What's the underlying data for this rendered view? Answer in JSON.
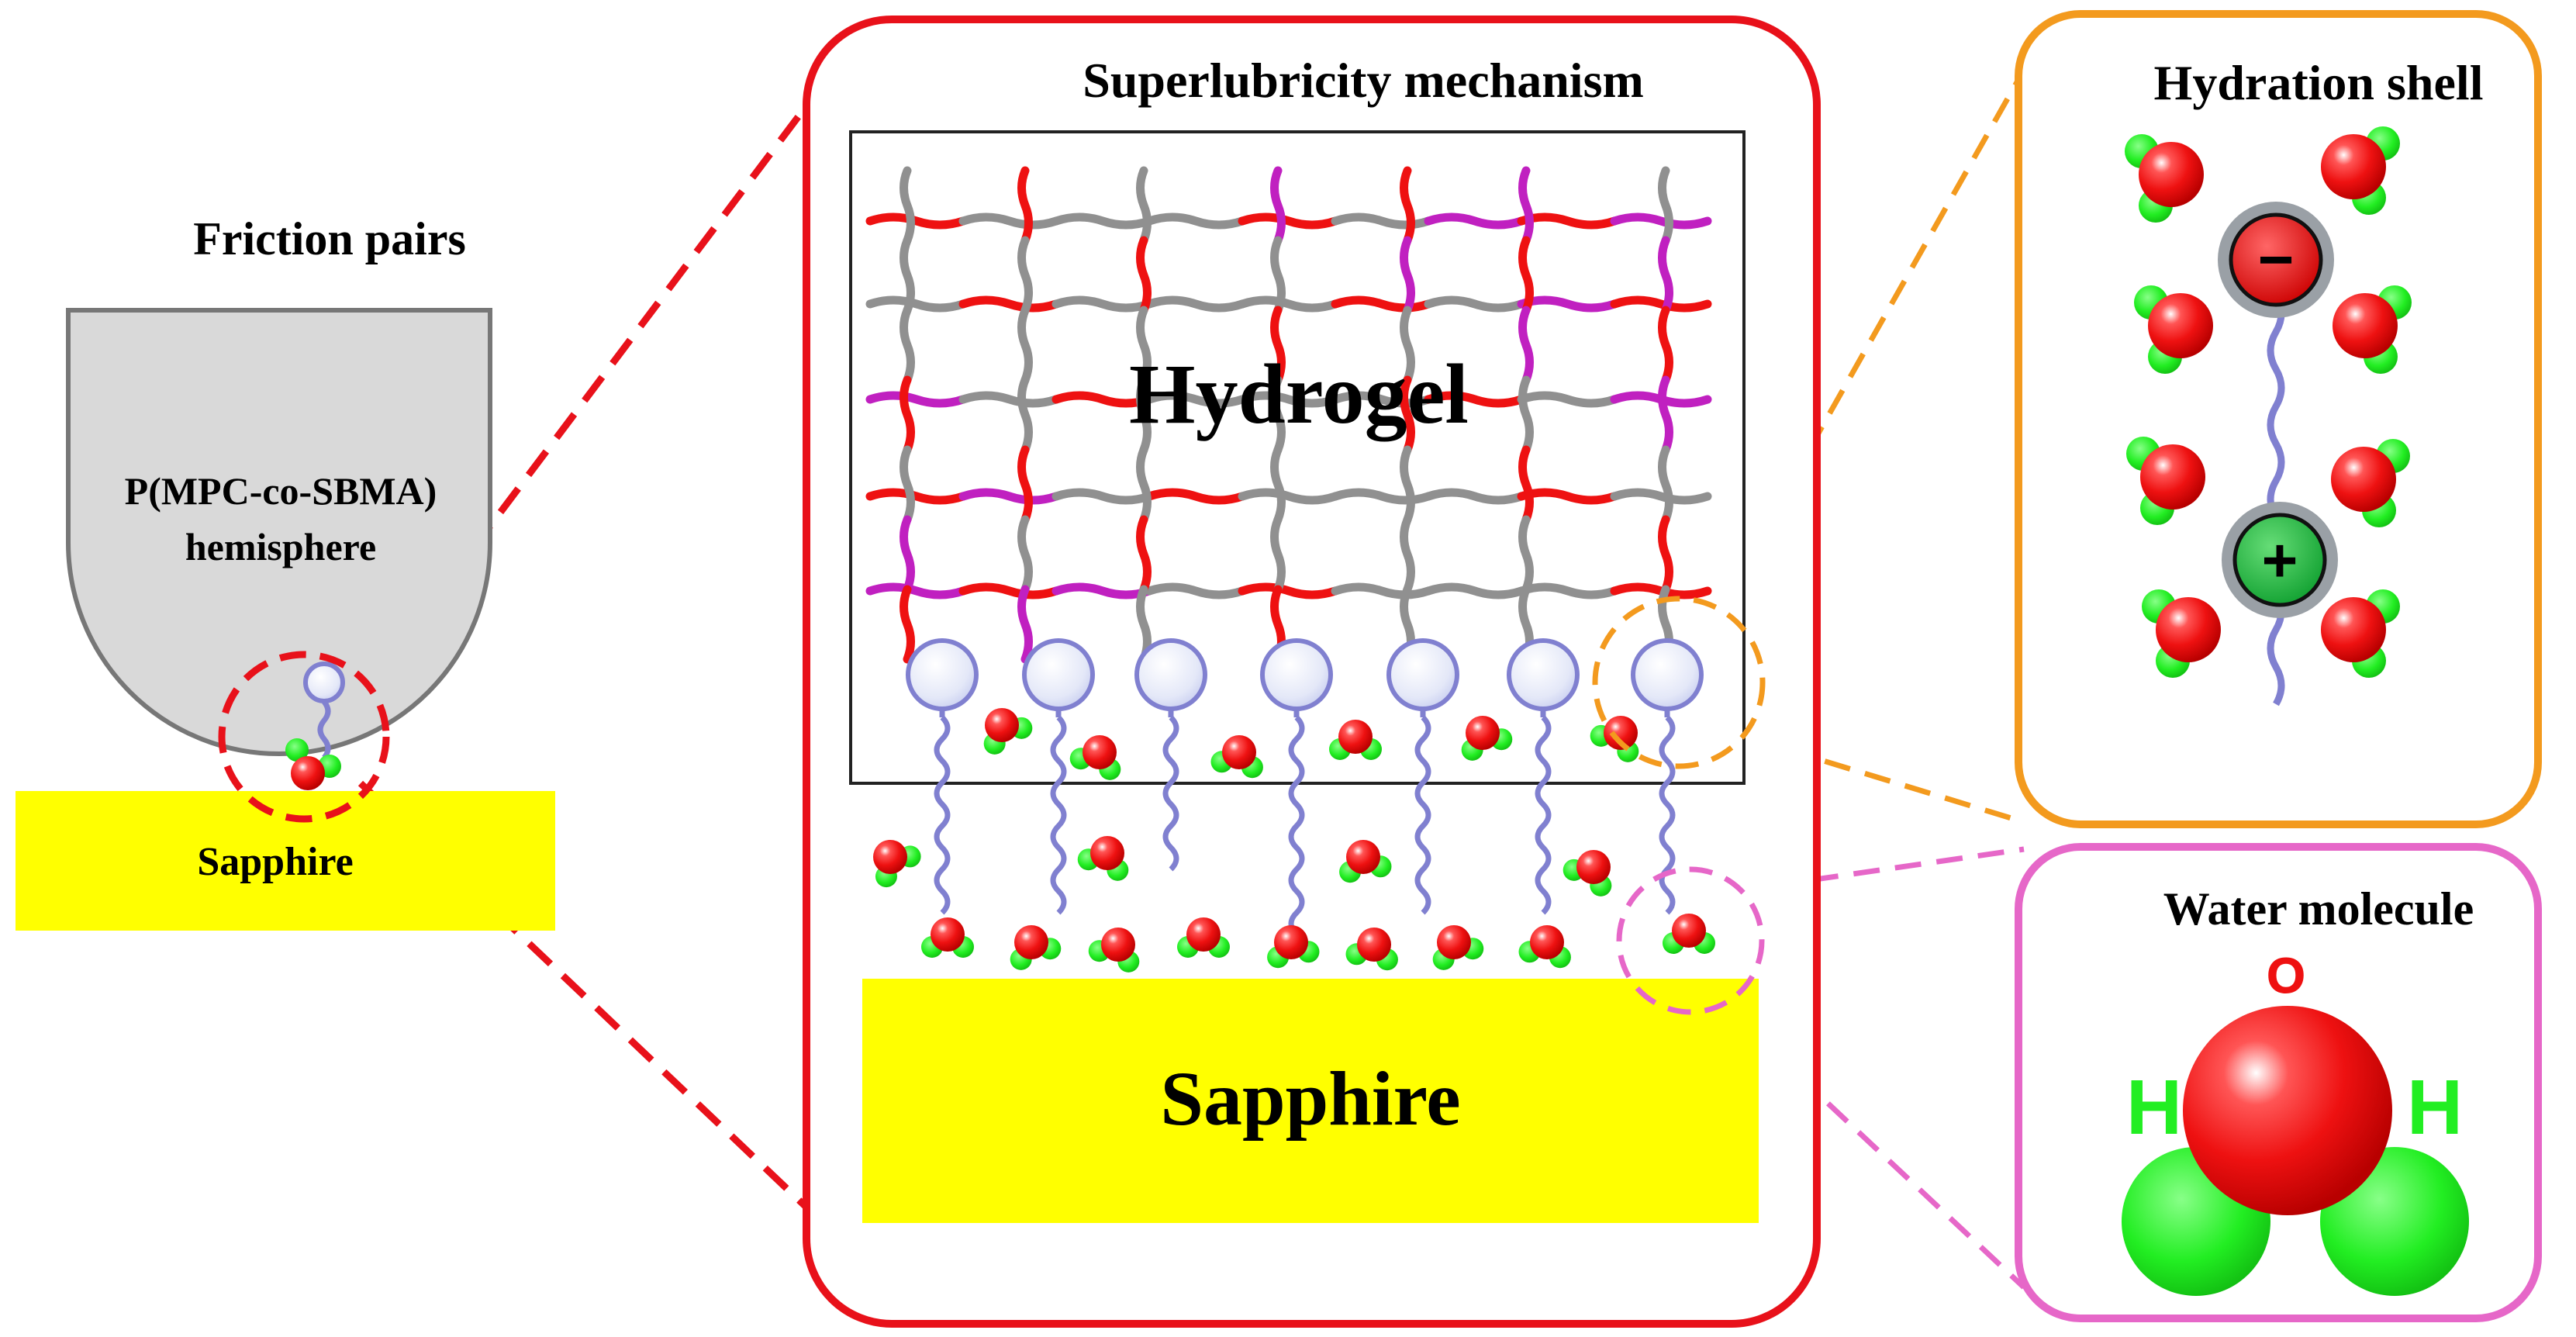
{
  "left_panel": {
    "title": "Friction pairs",
    "hemisphere_line1": "P(MPC-co-SBMA)",
    "hemisphere_line2": "hemisphere",
    "substrate": "Sapphire"
  },
  "center_panel": {
    "title": "Superlubricity mechanism",
    "hydrogel": "Hydrogel",
    "substrate": "Sapphire"
  },
  "hydration_panel": {
    "title": "Hydration shell",
    "negative_sign": "−",
    "positive_sign": "+"
  },
  "water_panel": {
    "title": "Water molecule",
    "oxygen": "O",
    "h_left": "H",
    "h_right": "H"
  },
  "colors": {
    "red_frame": "#e8111a",
    "orange_frame": "#f39a1e",
    "pink_frame": "#e667c8",
    "sapphire": "#ffff00",
    "hemisphere": "#d9d9d9",
    "oxygen": "#ee1111",
    "hydrogen": "#22ee22",
    "chain": "#8080d0",
    "net_gray": "#909090",
    "net_magenta": "#c020c0"
  }
}
